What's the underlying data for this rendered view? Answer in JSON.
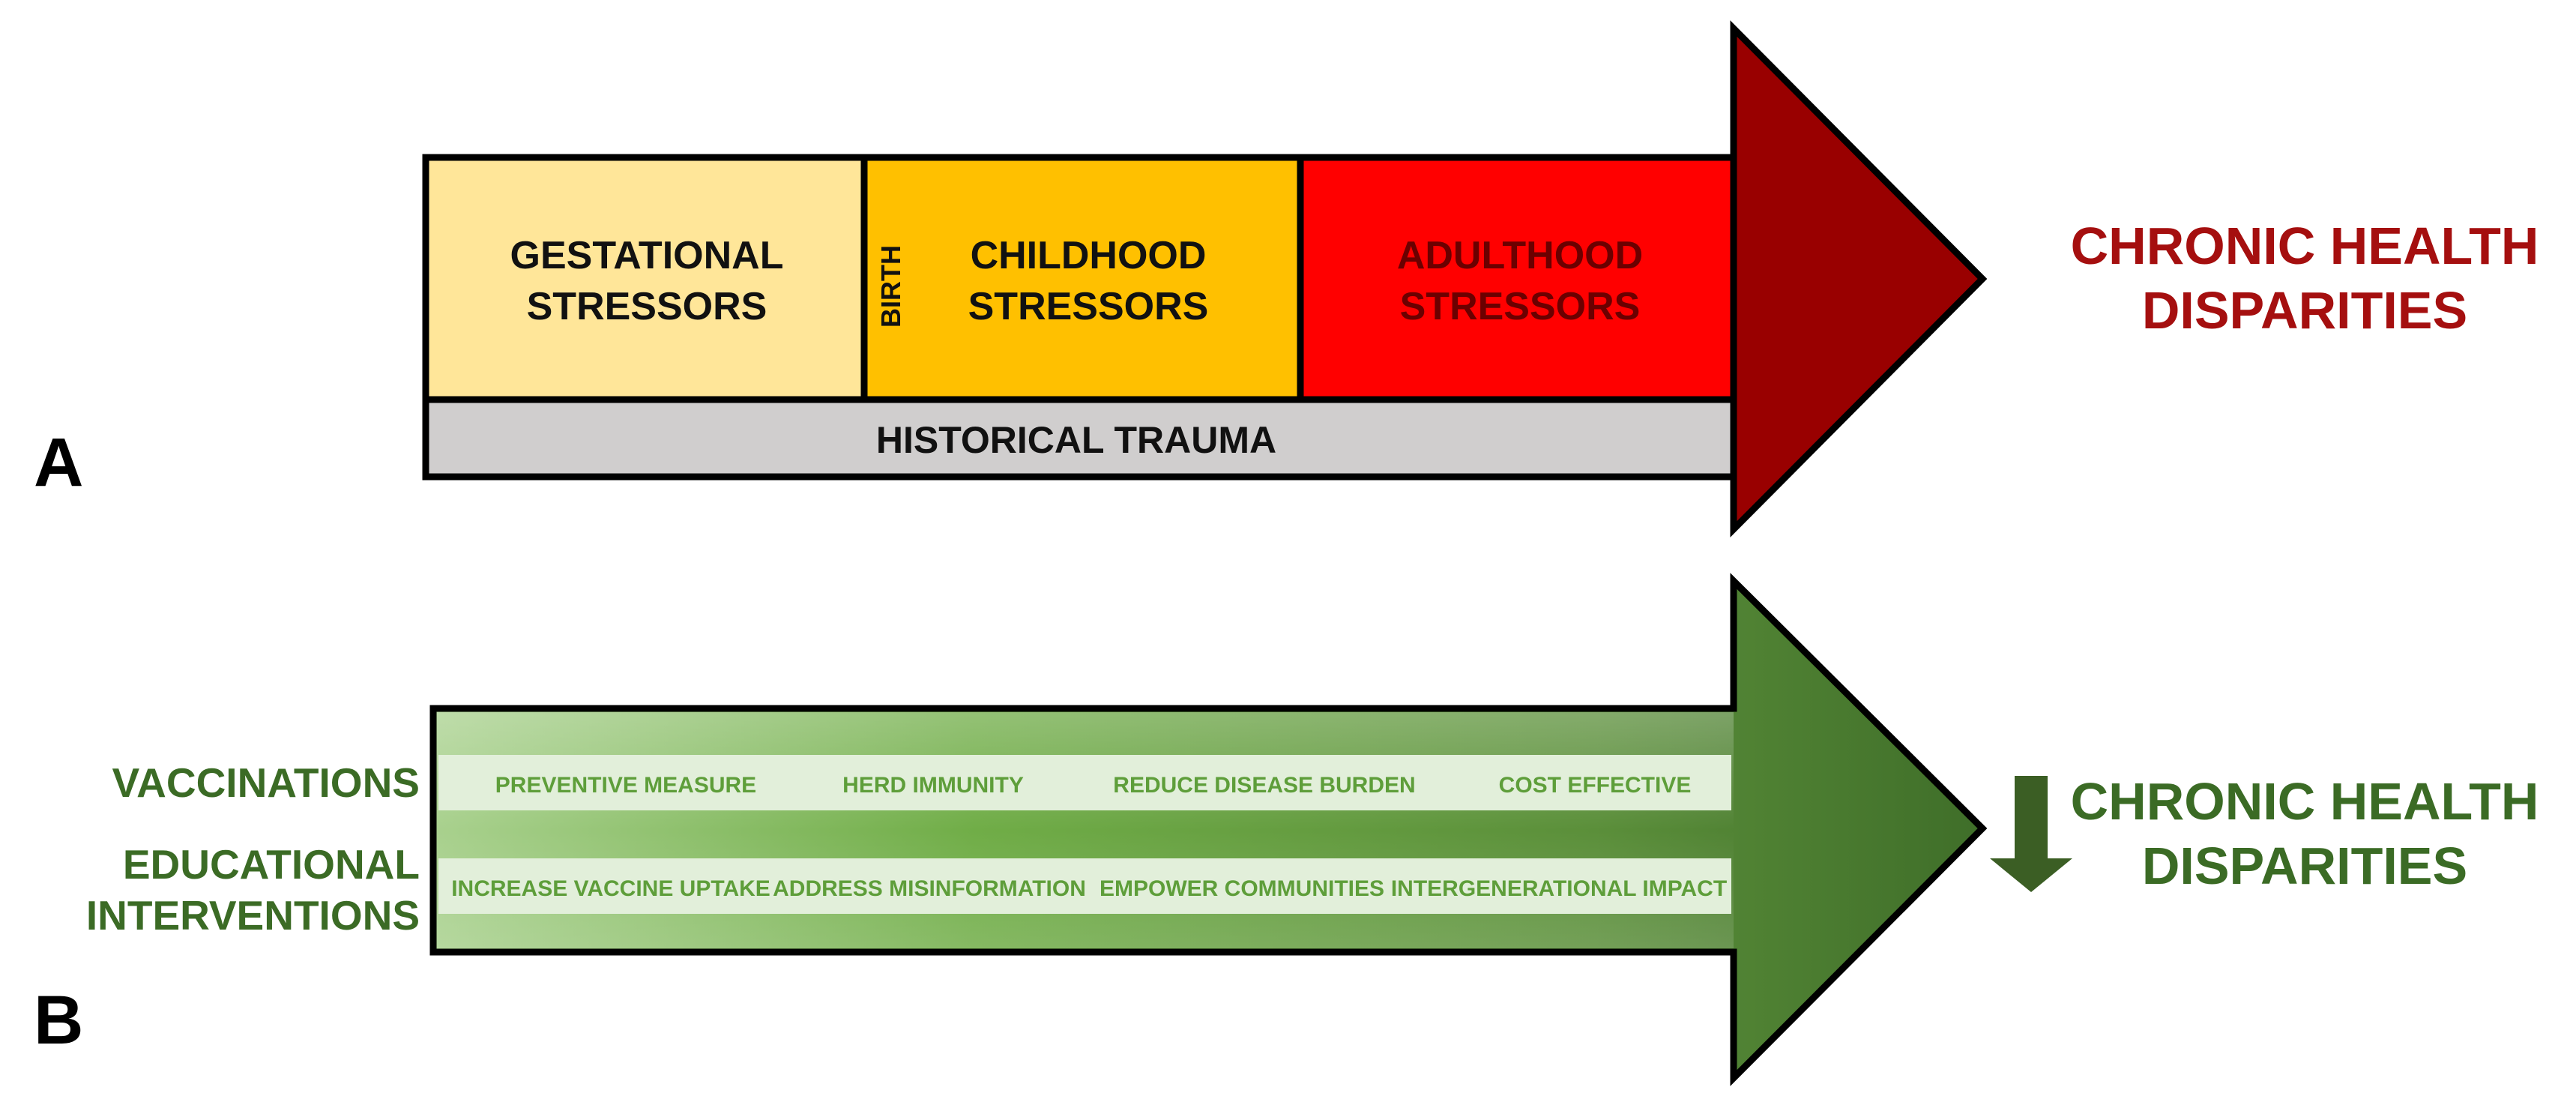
{
  "panel_a": {
    "letter": "A",
    "stages": [
      {
        "line1": "GESTATIONAL",
        "line2": "STRESSORS"
      },
      {
        "line1": "CHILDHOOD",
        "line2": "STRESSORS"
      },
      {
        "line1": "ADULTHOOD",
        "line2": "STRESSORS"
      }
    ],
    "birth_label": "BIRTH",
    "base_label": "HISTORICAL TRAUMA",
    "outcome": {
      "line1": "CHRONIC HEALTH",
      "line2": "DISPARITIES"
    }
  },
  "panel_b": {
    "letter": "B",
    "row_labels": {
      "vaccinations": "VACCINATIONS",
      "educational_line1": "EDUCATIONAL",
      "educational_line2": "INTERVENTIONS"
    },
    "vaccination_items": [
      "PREVENTIVE MEASURE",
      "HERD IMMUNITY",
      "REDUCE DISEASE BURDEN",
      "COST EFFECTIVE"
    ],
    "education_items": [
      "INCREASE VACCINE UPTAKE",
      "ADDRESS MISINFORMATION",
      "EMPOWER COMMUNITIES",
      "INTERGENERATIONAL IMPACT"
    ],
    "outcome": {
      "line1": "CHRONIC HEALTH",
      "line2": "DISPARITIES"
    }
  },
  "colors": {
    "gestational": "#FFE699",
    "childhood": "#FFC000",
    "adulthood": "#FF0000",
    "arrow_head_a": "#990000",
    "trauma": "#D0CECE",
    "outcome_a": "#A50F0F",
    "green_dark": "#3D6B25",
    "green_mid": "#70AD47",
    "green_light": "#A9D18E",
    "band": "#E2EFDA",
    "band_text": "#5E9E3A",
    "label_green": "#3B6B25"
  }
}
